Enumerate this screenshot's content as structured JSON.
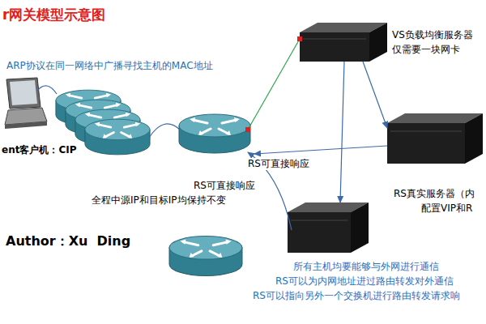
{
  "diagram": {
    "nodes": [
      {
        "text": [
          "ent客户机：CIP"
        ]
      },
      {
        "text": [
          "ARP协议在同一网络中广播寻找主机的MAC地址"
        ]
      },
      {
        "text": [
          "VS负载均衡服务器",
          "仅需要一块网卡"
        ]
      },
      {
        "text": [
          "RS真实服务器（内",
          "配置VIP和R"
        ]
      },
      {
        "text": [
          "所有主机均要能够与外网进行通信",
          "RS可以为内网地址进过路由转发对外通信",
          "RS可以指向另外一个交换机进行路由转发请求响"
        ]
      }
    ],
    "edges": [
      {
        "from": 2,
        "to": 3,
        "arrow": "to"
      },
      {
        "from": 2,
        "to": 4,
        "arrow": "to"
      }
    ],
    "labels": [
      "r网关模型示意图",
      "RS可直接响应",
      "RS可直接响应",
      "全程中源IP和目标IP均保持不变",
      "Author：Xu  Ding"
    ]
  }
}
